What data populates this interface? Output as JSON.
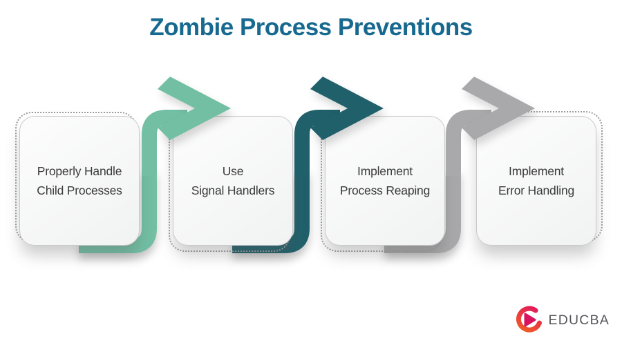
{
  "title": {
    "text": "Zombie Process Preventions",
    "color": "#17698f"
  },
  "steps": [
    {
      "line1": "Properly Handle",
      "line2": "Child Processes"
    },
    {
      "line1": "Use",
      "line2": "Signal Handlers"
    },
    {
      "line1": "Implement",
      "line2": "Process Reaping"
    },
    {
      "line1": "Implement",
      "line2": "Error Handling"
    }
  ],
  "arrows": [
    {
      "name": "arrow-1",
      "color": "#72bfa4"
    },
    {
      "name": "arrow-2",
      "color": "#20606b"
    },
    {
      "name": "arrow-3",
      "color": "#a9a9ab"
    }
  ],
  "logo": {
    "text": "EDUCBA",
    "text_color": "#55565a",
    "mark_gradient_start": "#e21a5c",
    "mark_gradient_end": "#f3641e",
    "mark_play_color": "#d6135c"
  }
}
